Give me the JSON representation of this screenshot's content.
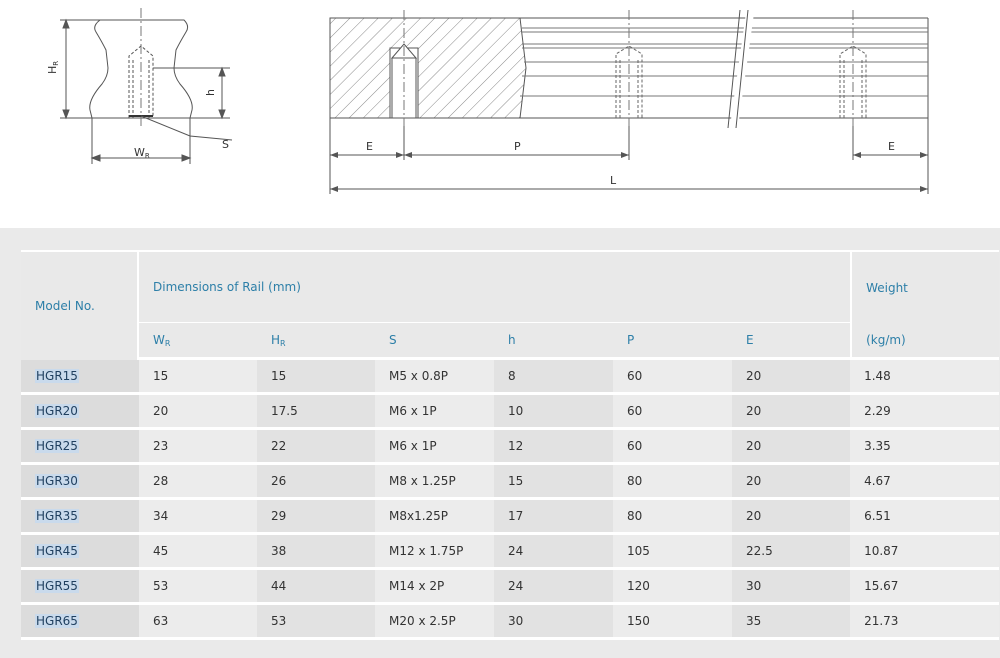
{
  "drawing": {
    "labels": {
      "hr": "H",
      "hr_sub": "R",
      "h": "h",
      "s": "S",
      "wr": "W",
      "wr_sub": "R",
      "e_left": "E",
      "p": "P",
      "e_right": "E",
      "l": "L"
    }
  },
  "table": {
    "model_header": "Model No.",
    "dims_header": "Dimensions of Rail (mm)",
    "weight_header": "Weight",
    "columns": [
      {
        "main": "W",
        "sub": "R"
      },
      {
        "main": "H",
        "sub": "R"
      },
      {
        "main": "S",
        "sub": ""
      },
      {
        "main": "h",
        "sub": ""
      },
      {
        "main": "P",
        "sub": ""
      },
      {
        "main": "E",
        "sub": ""
      }
    ],
    "weight_unit": "(kg/m)",
    "rows": [
      {
        "model": "HGR15",
        "wr": "15",
        "hr": "15",
        "s": "M5 x 0.8P",
        "h": "8",
        "p": "60",
        "e": "20",
        "weight": "1.48"
      },
      {
        "model": "HGR20",
        "wr": "20",
        "hr": "17.5",
        "s": "M6 x 1P",
        "h": "10",
        "p": "60",
        "e": "20",
        "weight": "2.29"
      },
      {
        "model": "HGR25",
        "wr": "23",
        "hr": "22",
        "s": "M6 x 1P",
        "h": "12",
        "p": "60",
        "e": "20",
        "weight": "3.35"
      },
      {
        "model": "HGR30",
        "wr": "28",
        "hr": "26",
        "s": "M8 x 1.25P",
        "h": "15",
        "p": "80",
        "e": "20",
        "weight": "4.67"
      },
      {
        "model": "HGR35",
        "wr": "34",
        "hr": "29",
        "s": "M8x1.25P",
        "h": "17",
        "p": "80",
        "e": "20",
        "weight": "6.51"
      },
      {
        "model": "HGR45",
        "wr": "45",
        "hr": "38",
        "s": "M12 x 1.75P",
        "h": "24",
        "p": "105",
        "e": "22.5",
        "weight": "10.87"
      },
      {
        "model": "HGR55",
        "wr": "53",
        "hr": "44",
        "s": "M14 x 2P",
        "h": "24",
        "p": "120",
        "e": "30",
        "weight": "15.67"
      },
      {
        "model": "HGR65",
        "wr": "63",
        "hr": "53",
        "s": "M20 x 2.5P",
        "h": "30",
        "p": "150",
        "e": "35",
        "weight": "21.73"
      }
    ]
  },
  "colors": {
    "header_text": "#2d7fa8",
    "panel_bg": "#eaeaea",
    "model_highlight": "#c9daec"
  }
}
